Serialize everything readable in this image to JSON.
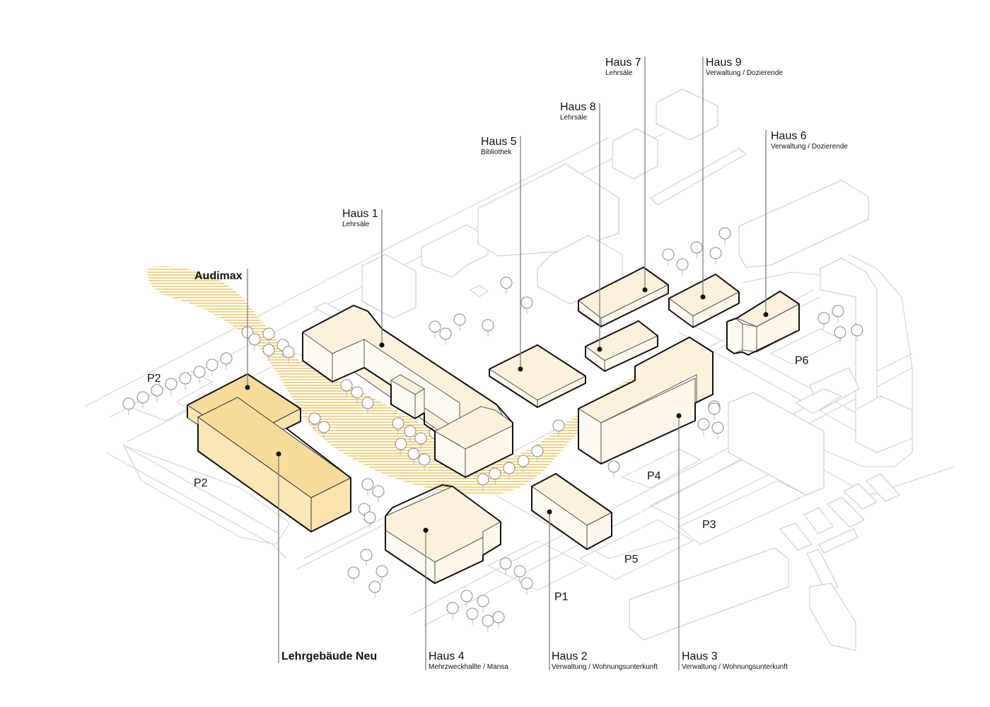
{
  "diagram": {
    "type": "isometric campus site plan",
    "colors": {
      "highlight_building": "#f9dc9c",
      "existing_building": "#fdf1dc",
      "path_hatch": "#f5c86a",
      "context_lines": "#c8c8c8",
      "text": "#111111"
    },
    "buildings": [
      {
        "id": "audimax",
        "title": "Audimax",
        "subtitle": "",
        "emphasis": "bold",
        "status": "new"
      },
      {
        "id": "lehrgebaeude",
        "title": "Lehrgebäude Neu",
        "subtitle": "",
        "emphasis": "bold",
        "status": "new"
      },
      {
        "id": "haus1",
        "title": "Haus 1",
        "subtitle": "Lehrsäle",
        "emphasis": "normal",
        "status": "existing"
      },
      {
        "id": "haus2",
        "title": "Haus 2",
        "subtitle": "Verwaltung / Wohnungsunterkunft",
        "emphasis": "normal",
        "status": "existing"
      },
      {
        "id": "haus3",
        "title": "Haus 3",
        "subtitle": "Verwaltung / Wohnungsunterkunft",
        "emphasis": "normal",
        "status": "existing"
      },
      {
        "id": "haus4",
        "title": "Haus 4",
        "subtitle": "Mehrzweckhallte / Mansa",
        "emphasis": "normal",
        "status": "existing"
      },
      {
        "id": "haus5",
        "title": "Haus 5",
        "subtitle": "Bibliothek",
        "emphasis": "normal",
        "status": "existing"
      },
      {
        "id": "haus6",
        "title": "Haus 6",
        "subtitle": "Verwaltung / Dozierende",
        "emphasis": "normal",
        "status": "existing"
      },
      {
        "id": "haus7",
        "title": "Haus 7",
        "subtitle": "Lehrsäle",
        "emphasis": "normal",
        "status": "existing"
      },
      {
        "id": "haus8",
        "title": "Haus 8",
        "subtitle": "Lehrsäle",
        "emphasis": "normal",
        "status": "existing"
      },
      {
        "id": "haus9",
        "title": "Haus 9",
        "subtitle": "Verwaltung / Dozierende",
        "emphasis": "normal",
        "status": "existing"
      }
    ],
    "parking": [
      {
        "id": "p2a",
        "label": "P2"
      },
      {
        "id": "p2b",
        "label": "P2"
      },
      {
        "id": "p1",
        "label": "P1"
      },
      {
        "id": "p3",
        "label": "P3"
      },
      {
        "id": "p4",
        "label": "P4"
      },
      {
        "id": "p5",
        "label": "P5"
      },
      {
        "id": "p6",
        "label": "P6"
      }
    ]
  }
}
